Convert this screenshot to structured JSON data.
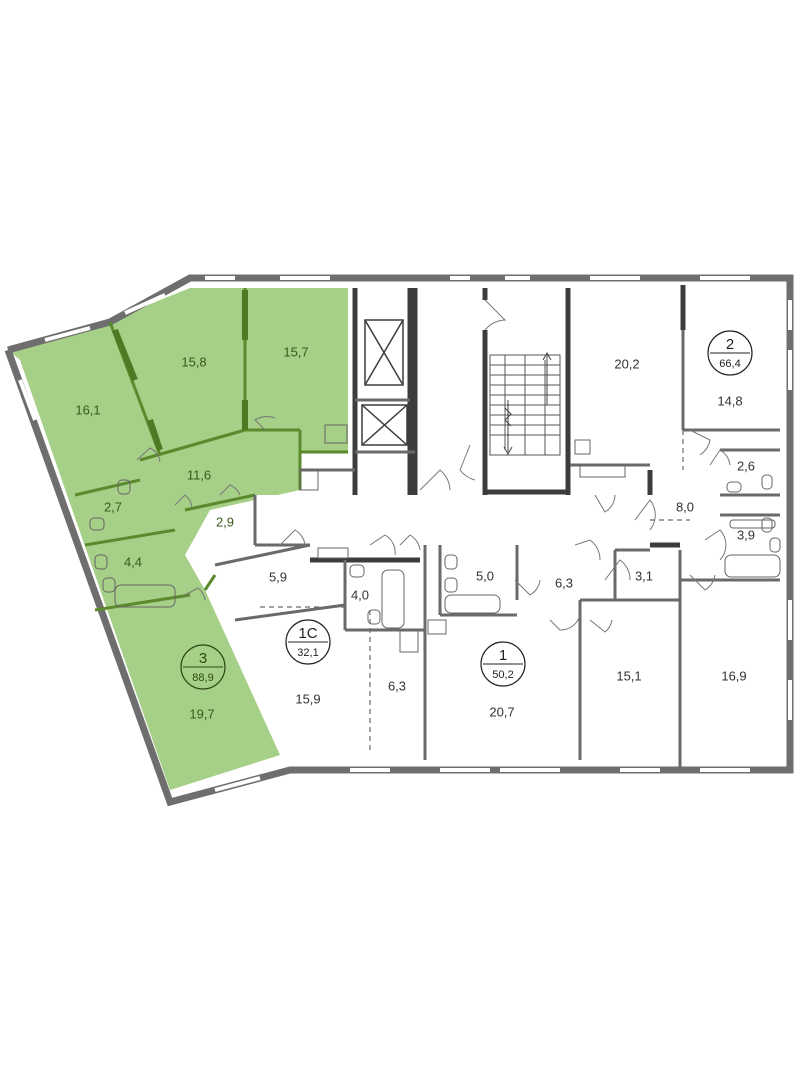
{
  "colors": {
    "highlight_fill": "#a6cf87",
    "highlight_wall": "#5a8a2c",
    "wall": "#3c3c3c",
    "outer_wall": "#6e6e6e",
    "label": "#333333"
  },
  "apartments": [
    {
      "id": "3",
      "name": "3",
      "area": "88,9",
      "highlighted": true
    },
    {
      "id": "1c",
      "name": "1С",
      "area": "32,1",
      "highlighted": false
    },
    {
      "id": "1",
      "name": "1",
      "area": "50,2",
      "highlighted": false
    },
    {
      "id": "2",
      "name": "2",
      "area": "66,4",
      "highlighted": false
    }
  ],
  "rooms": [
    {
      "id": "r16-1",
      "area": "16,1"
    },
    {
      "id": "r15-8",
      "area": "15,8"
    },
    {
      "id": "r15-7",
      "area": "15,7"
    },
    {
      "id": "r11-6",
      "area": "11,6"
    },
    {
      "id": "r2-7",
      "area": "2,7"
    },
    {
      "id": "r2-9",
      "area": "2,9"
    },
    {
      "id": "r4-4",
      "area": "4,4"
    },
    {
      "id": "r19-7",
      "area": "19,7"
    },
    {
      "id": "r5-9",
      "area": "5,9"
    },
    {
      "id": "r4-0",
      "area": "4,0"
    },
    {
      "id": "r15-9",
      "area": "15,9"
    },
    {
      "id": "r6-3a",
      "area": "6,3"
    },
    {
      "id": "r5-0",
      "area": "5,0"
    },
    {
      "id": "r6-3b",
      "area": "6,3"
    },
    {
      "id": "r3-1",
      "area": "3,1"
    },
    {
      "id": "r20-7",
      "area": "20,7"
    },
    {
      "id": "r15-1",
      "area": "15,1"
    },
    {
      "id": "r16-9",
      "area": "16,9"
    },
    {
      "id": "r20-2",
      "area": "20,2"
    },
    {
      "id": "r14-8",
      "area": "14,8"
    },
    {
      "id": "r2-6",
      "area": "2,6"
    },
    {
      "id": "r8-0",
      "area": "8,0"
    },
    {
      "id": "r3-9",
      "area": "3,9"
    }
  ]
}
